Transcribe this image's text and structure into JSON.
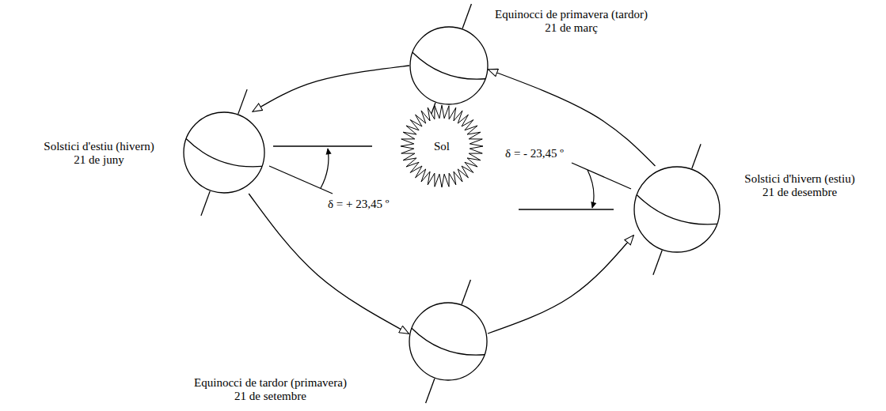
{
  "diagram": {
    "nodes": [
      {
        "text": [
          "Equinocci de primavera (tardor) 21 de març"
        ]
      },
      {
        "text": [
          "Solstici d'estiu (hivern) 21 de juny"
        ]
      },
      {
        "text": [
          "Sol"
        ]
      },
      {
        "text": [
          "Solstici d'hivern (estiu) 21 de desembre"
        ]
      },
      {
        "text": [
          "Equinocci de tardor (primavera) 21 de setembre"
        ]
      }
    ],
    "edges": [
      {
        "from": 0,
        "to": 1,
        "arrow": "to"
      },
      {
        "from": 1,
        "to": 4,
        "arrow": "to"
      },
      {
        "from": 4,
        "to": 3,
        "arrow": "to"
      },
      {
        "from": 3,
        "to": 0,
        "arrow": "to"
      }
    ],
    "labels": [
      "δ = + 23,45 º",
      "δ = - 23,45 º"
    ]
  }
}
